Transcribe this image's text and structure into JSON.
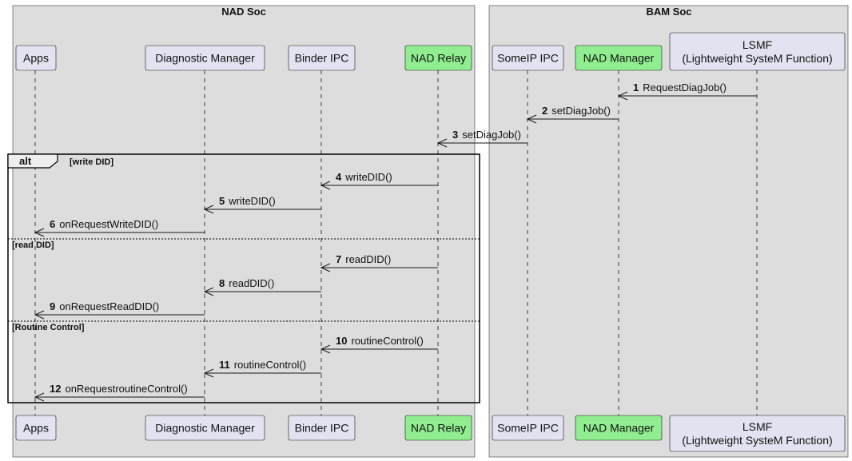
{
  "boxes": {
    "nad_soc": "NAD Soc",
    "bam_soc": "BAM Soc"
  },
  "participants": {
    "apps": [
      "Apps"
    ],
    "diag": [
      "Diagnostic Manager"
    ],
    "binder": [
      "Binder IPC"
    ],
    "relay": [
      "NAD Relay"
    ],
    "someip": [
      "SomeIP IPC"
    ],
    "nadmgr": [
      "NAD Manager"
    ],
    "lsmf": [
      "LSMF",
      "(Lightweight SysteM Function)"
    ]
  },
  "colors": {
    "participant_default": "#e2e2f0",
    "participant_highlight": "#90ee90",
    "box_background": "#dddddd",
    "line": "#181818"
  },
  "messages": [
    {
      "num": "1",
      "label": "RequestDiagJob()",
      "from": "lsmf",
      "to": "nadmgr"
    },
    {
      "num": "2",
      "label": "setDiagJob()",
      "from": "nadmgr",
      "to": "someip"
    },
    {
      "num": "3",
      "label": "setDiagJob()",
      "from": "someip",
      "to": "relay"
    },
    {
      "num": "4",
      "label": "writeDID()",
      "from": "relay",
      "to": "binder"
    },
    {
      "num": "5",
      "label": "writeDID()",
      "from": "binder",
      "to": "diag"
    },
    {
      "num": "6",
      "label": "onRequestWriteDID()",
      "from": "diag",
      "to": "apps"
    },
    {
      "num": "7",
      "label": "readDID()",
      "from": "relay",
      "to": "binder"
    },
    {
      "num": "8",
      "label": "readDID()",
      "from": "binder",
      "to": "diag"
    },
    {
      "num": "9",
      "label": "onRequestReadDID()",
      "from": "diag",
      "to": "apps"
    },
    {
      "num": "10",
      "label": "routineControl()",
      "from": "relay",
      "to": "binder"
    },
    {
      "num": "11",
      "label": "routineControl()",
      "from": "binder",
      "to": "diag"
    },
    {
      "num": "12",
      "label": "onRequestroutineControl()",
      "from": "diag",
      "to": "apps"
    }
  ],
  "alt": {
    "keyword": "alt",
    "guards": [
      "[write DID]",
      "[read DID]",
      "[Routine Control]"
    ]
  }
}
